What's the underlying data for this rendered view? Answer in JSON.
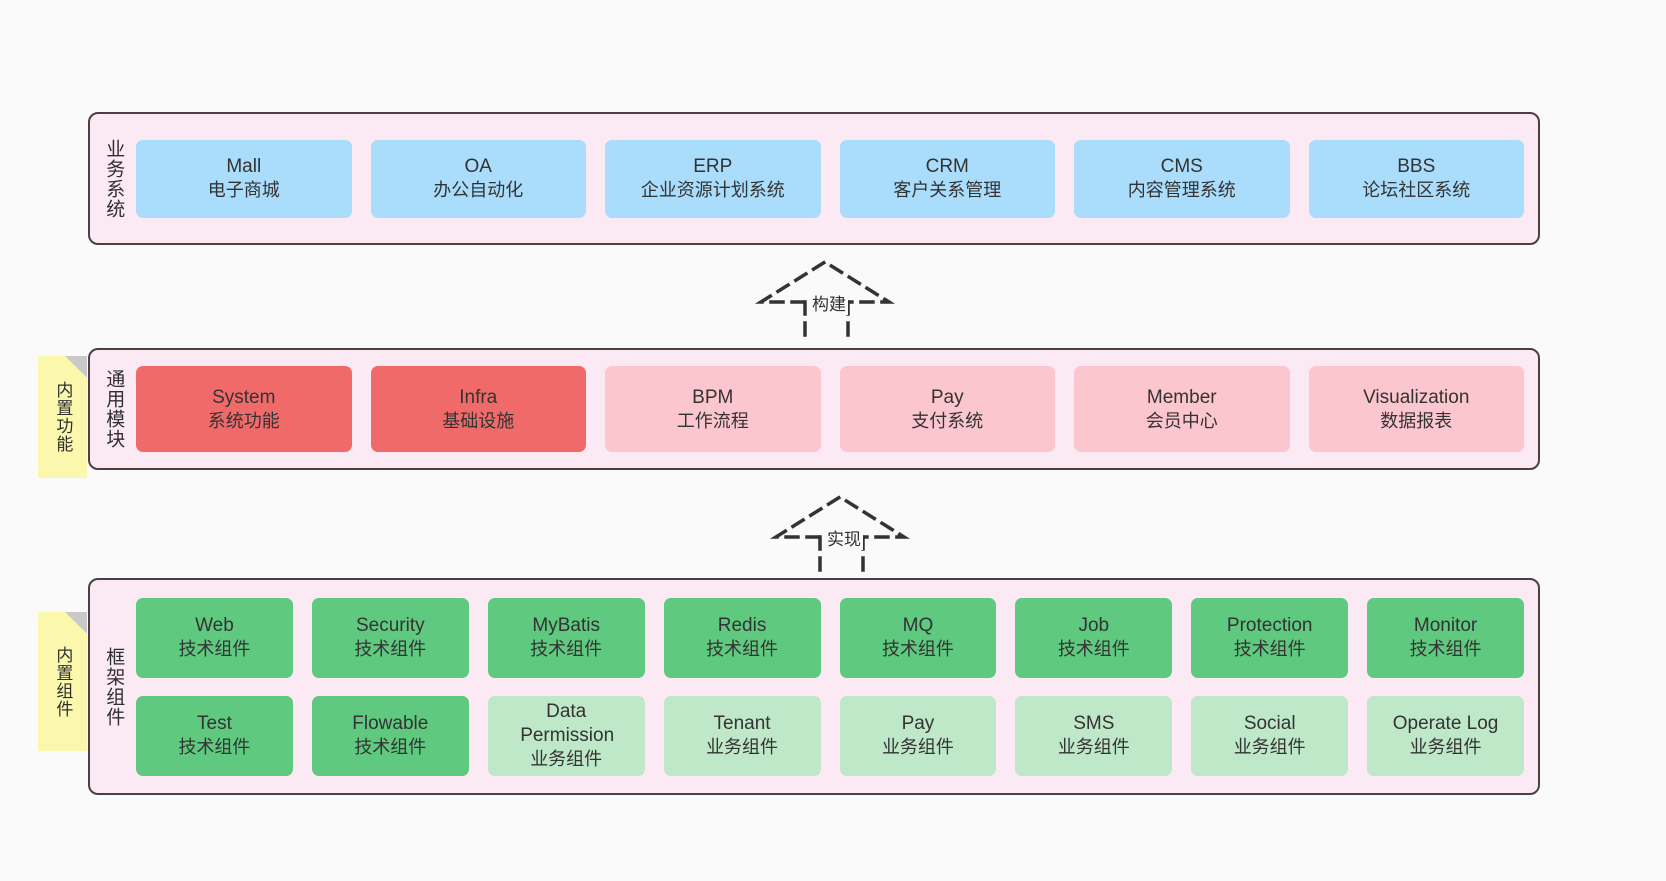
{
  "diagram": {
    "title": "",
    "colors": {
      "background": "#fafafa",
      "layer_fill": "#fbeaf4",
      "layer_border": "#4a3f47",
      "blue": "#aadcfb",
      "red": "#f16a6a",
      "pink": "#fcc6cf",
      "green": "#5fc97f",
      "green_light": "#bfe8c8",
      "note": "#fbf8ae",
      "note_fold": "#c9c9c9"
    }
  },
  "layers": {
    "business": {
      "label": "业务系统",
      "cards": [
        {
          "name": "Mall",
          "desc": "电子商城"
        },
        {
          "name": "OA",
          "desc": "办公自动化"
        },
        {
          "name": "ERP",
          "desc": "企业资源计划系统"
        },
        {
          "name": "CRM",
          "desc": "客户关系管理"
        },
        {
          "name": "CMS",
          "desc": "内容管理系统"
        },
        {
          "name": "BBS",
          "desc": "论坛社区系统"
        }
      ]
    },
    "common": {
      "label": "通用模块",
      "note": "内置功能",
      "cards": [
        {
          "name": "System",
          "desc": "系统功能",
          "tone": "red"
        },
        {
          "name": "Infra",
          "desc": "基础设施",
          "tone": "red"
        },
        {
          "name": "BPM",
          "desc": "工作流程",
          "tone": "pink"
        },
        {
          "name": "Pay",
          "desc": "支付系统",
          "tone": "pink"
        },
        {
          "name": "Member",
          "desc": "会员中心",
          "tone": "pink"
        },
        {
          "name": "Visualization",
          "desc": "数据报表",
          "tone": "pink"
        }
      ]
    },
    "framework": {
      "label": "框架组件",
      "note": "内置组件",
      "row1": [
        {
          "name": "Web",
          "desc": "技术组件",
          "tone": "green"
        },
        {
          "name": "Security",
          "desc": "技术组件",
          "tone": "green"
        },
        {
          "name": "MyBatis",
          "desc": "技术组件",
          "tone": "green"
        },
        {
          "name": "Redis",
          "desc": "技术组件",
          "tone": "green"
        },
        {
          "name": "MQ",
          "desc": "技术组件",
          "tone": "green"
        },
        {
          "name": "Job",
          "desc": "技术组件",
          "tone": "green"
        },
        {
          "name": "Protection",
          "desc": "技术组件",
          "tone": "green"
        },
        {
          "name": "Monitor",
          "desc": "技术组件",
          "tone": "green"
        }
      ],
      "row2": [
        {
          "name": "Test",
          "desc": "技术组件",
          "tone": "green"
        },
        {
          "name": "Flowable",
          "desc": "技术组件",
          "tone": "green"
        },
        {
          "name": "Data Permission",
          "desc": "业务组件",
          "tone": "greenlight"
        },
        {
          "name": "Tenant",
          "desc": "业务组件",
          "tone": "greenlight"
        },
        {
          "name": "Pay",
          "desc": "业务组件",
          "tone": "greenlight"
        },
        {
          "name": "SMS",
          "desc": "业务组件",
          "tone": "greenlight"
        },
        {
          "name": "Social",
          "desc": "业务组件",
          "tone": "greenlight"
        },
        {
          "name": "Operate Log",
          "desc": "业务组件",
          "tone": "greenlight"
        }
      ]
    }
  },
  "connectors": [
    {
      "label": "构建"
    },
    {
      "label": "实现"
    }
  ]
}
